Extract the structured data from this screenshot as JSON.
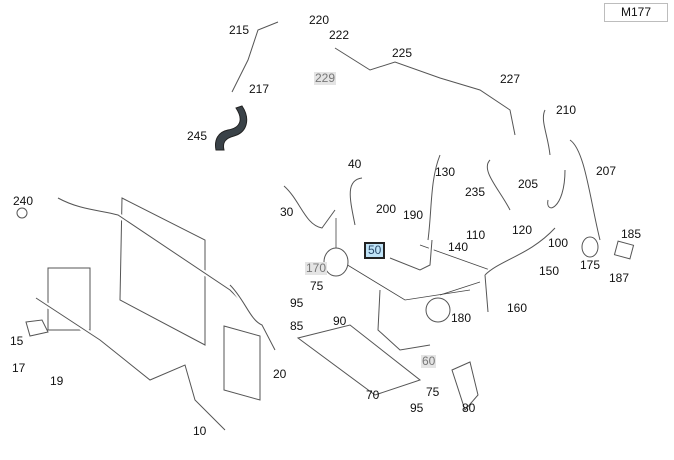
{
  "model": "M177",
  "selected_part": "50",
  "callouts": [
    {
      "id": "215",
      "state": "normal"
    },
    {
      "id": "220",
      "state": "normal"
    },
    {
      "id": "222",
      "state": "normal"
    },
    {
      "id": "229",
      "state": "dim"
    },
    {
      "id": "225",
      "state": "normal"
    },
    {
      "id": "227",
      "state": "normal"
    },
    {
      "id": "217",
      "state": "normal"
    },
    {
      "id": "245",
      "state": "normal"
    },
    {
      "id": "210",
      "state": "normal"
    },
    {
      "id": "207",
      "state": "normal"
    },
    {
      "id": "205",
      "state": "normal"
    },
    {
      "id": "235",
      "state": "normal"
    },
    {
      "id": "130",
      "state": "normal"
    },
    {
      "id": "40",
      "state": "normal"
    },
    {
      "id": "240",
      "state": "normal"
    },
    {
      "id": "30",
      "state": "normal"
    },
    {
      "id": "200",
      "state": "normal"
    },
    {
      "id": "190",
      "state": "normal"
    },
    {
      "id": "110",
      "state": "normal"
    },
    {
      "id": "120",
      "state": "normal"
    },
    {
      "id": "140",
      "state": "normal"
    },
    {
      "id": "100",
      "state": "normal"
    },
    {
      "id": "185",
      "state": "normal"
    },
    {
      "id": "50",
      "state": "selected"
    },
    {
      "id": "170",
      "state": "dim"
    },
    {
      "id": "175",
      "state": "normal"
    },
    {
      "id": "150",
      "state": "normal"
    },
    {
      "id": "187",
      "state": "normal"
    },
    {
      "id": "75",
      "state": "normal"
    },
    {
      "id": "95",
      "state": "normal"
    },
    {
      "id": "90",
      "state": "normal"
    },
    {
      "id": "85",
      "state": "normal"
    },
    {
      "id": "180",
      "state": "normal"
    },
    {
      "id": "160",
      "state": "normal"
    },
    {
      "id": "15",
      "state": "normal"
    },
    {
      "id": "17",
      "state": "normal"
    },
    {
      "id": "19",
      "state": "normal"
    },
    {
      "id": "20",
      "state": "normal"
    },
    {
      "id": "60",
      "state": "dim"
    },
    {
      "id": "70",
      "state": "normal"
    },
    {
      "id": "75",
      "state": "normal"
    },
    {
      "id": "95",
      "state": "normal"
    },
    {
      "id": "80",
      "state": "normal"
    },
    {
      "id": "10",
      "state": "normal"
    }
  ]
}
